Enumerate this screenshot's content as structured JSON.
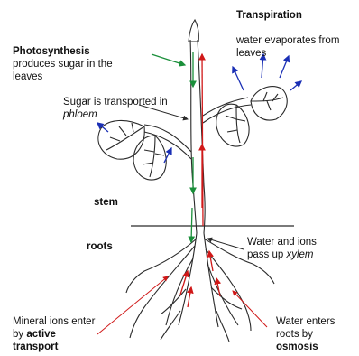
{
  "labels": {
    "transpiration": {
      "title": "Transpiration",
      "line1": "water evaporates from",
      "line2": "leaves"
    },
    "photosynthesis": {
      "title": "Photosynthesis",
      "line1": "produces sugar in the",
      "line2": "leaves"
    },
    "phloem": {
      "line1": "Sugar is transported in",
      "line2": "phloem"
    },
    "stem": "stem",
    "roots": "roots",
    "xylem": {
      "line1": "Water and ions",
      "line2_prefix": "pass up ",
      "line2_emph": "xylem"
    },
    "mineral": {
      "line1": "Mineral ions enter",
      "line2_prefix": "by ",
      "line2_emph": "active",
      "line3": "transport"
    },
    "osmosis": {
      "line1": "Water enters",
      "line2": "roots by",
      "line3": "osmosis"
    }
  },
  "colors": {
    "outline": "#2a2a2a",
    "water_arrow": "#d01818",
    "sugar_arrow": "#1a8f3a",
    "vapour_arrow": "#1a2fb5",
    "pointer_arrow": "#2a2a2a"
  }
}
